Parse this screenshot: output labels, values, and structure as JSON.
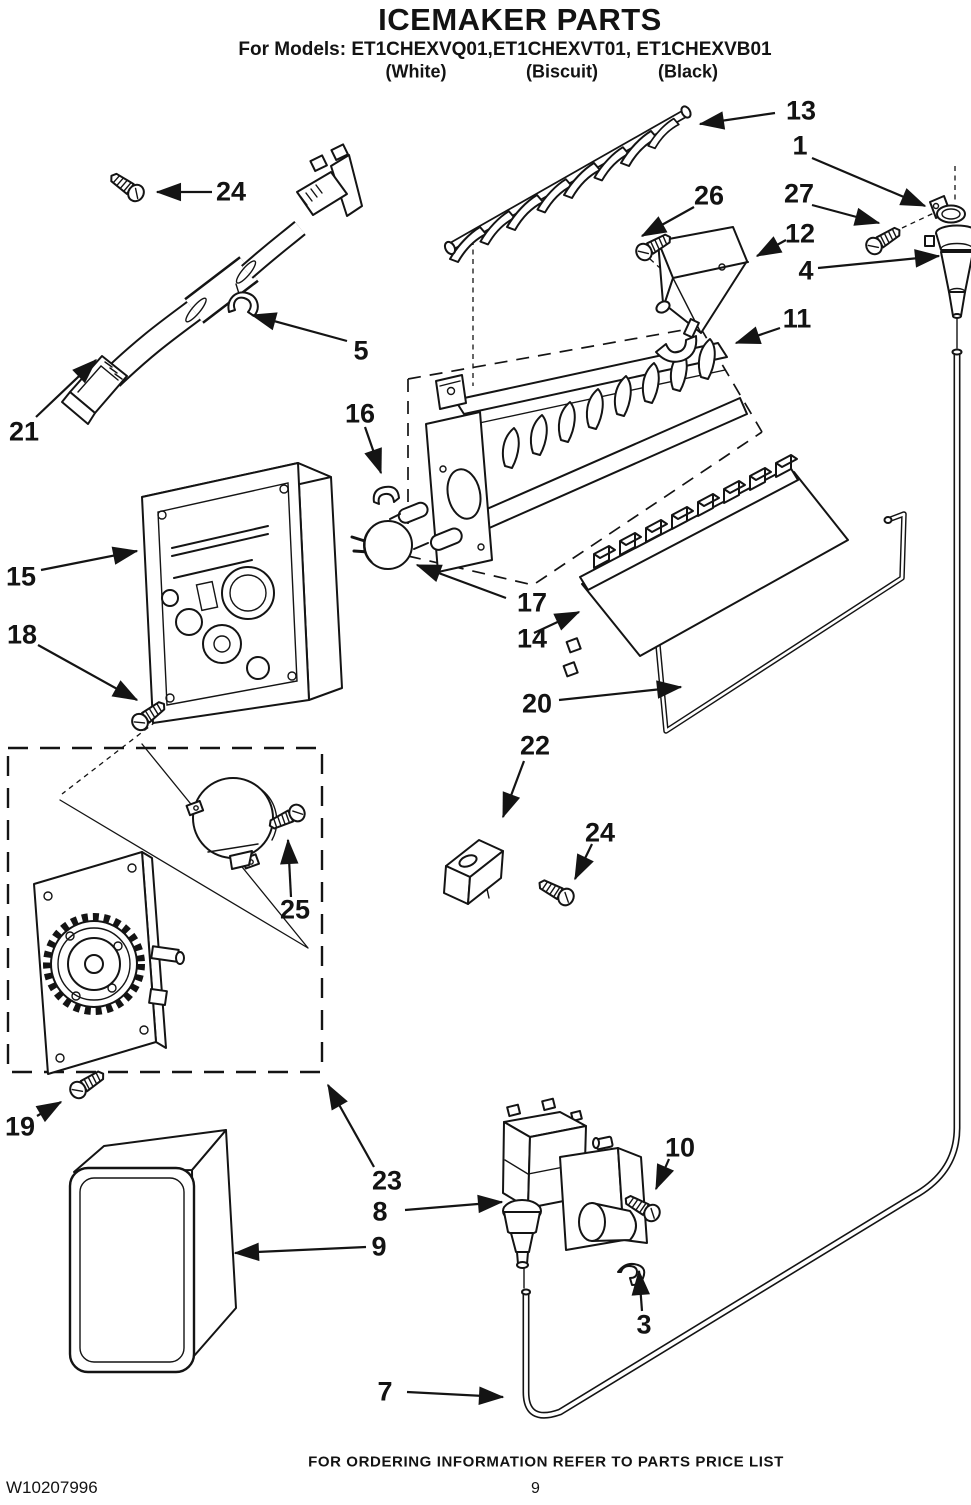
{
  "header": {
    "title": "ICEMAKER PARTS",
    "models_line": "For Models: ET1CHEXVQ01,ET1CHEXVT01, ET1CHEXVB01",
    "color_labels": [
      "(White)",
      "(Biscuit)",
      "(Black)"
    ]
  },
  "diagram": {
    "callouts": [
      {
        "label": "13"
      },
      {
        "label": "1"
      },
      {
        "label": "26"
      },
      {
        "label": "27"
      },
      {
        "label": "12"
      },
      {
        "label": "4"
      },
      {
        "label": "11"
      },
      {
        "label": "24"
      },
      {
        "label": "5"
      },
      {
        "label": "21"
      },
      {
        "label": "16"
      },
      {
        "label": "15"
      },
      {
        "label": "18"
      },
      {
        "label": "17"
      },
      {
        "label": "14"
      },
      {
        "label": "20"
      },
      {
        "label": "22"
      },
      {
        "label": "24"
      },
      {
        "label": "25"
      },
      {
        "label": "19"
      },
      {
        "label": "23"
      },
      {
        "label": "8"
      },
      {
        "label": "9"
      },
      {
        "label": "10"
      },
      {
        "label": "3"
      },
      {
        "label": "7"
      }
    ]
  },
  "footer": {
    "ordering_note": "FOR ORDERING INFORMATION REFER TO PARTS PRICE LIST",
    "document_number": "W10207996",
    "page_number": "9"
  },
  "style": {
    "ink": "#141414",
    "paper": "#ffffff"
  }
}
